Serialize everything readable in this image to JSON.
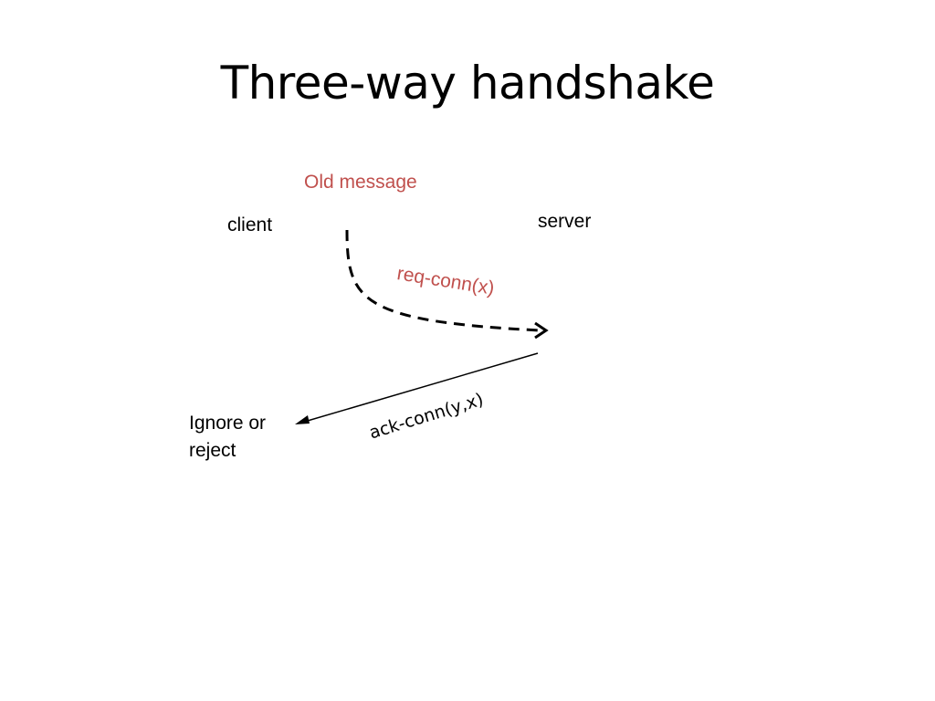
{
  "slide": {
    "title": "Three-way handshake"
  },
  "labels": {
    "old_message": "Old message",
    "client": "client",
    "server": "server",
    "req_conn": "req-conn(x)",
    "ack_conn": "ack-conn(y,x)",
    "ignore_line1": "Ignore or",
    "ignore_line2": "reject"
  },
  "colors": {
    "accent": "#c0504d",
    "text": "#000000",
    "background": "#ffffff"
  }
}
